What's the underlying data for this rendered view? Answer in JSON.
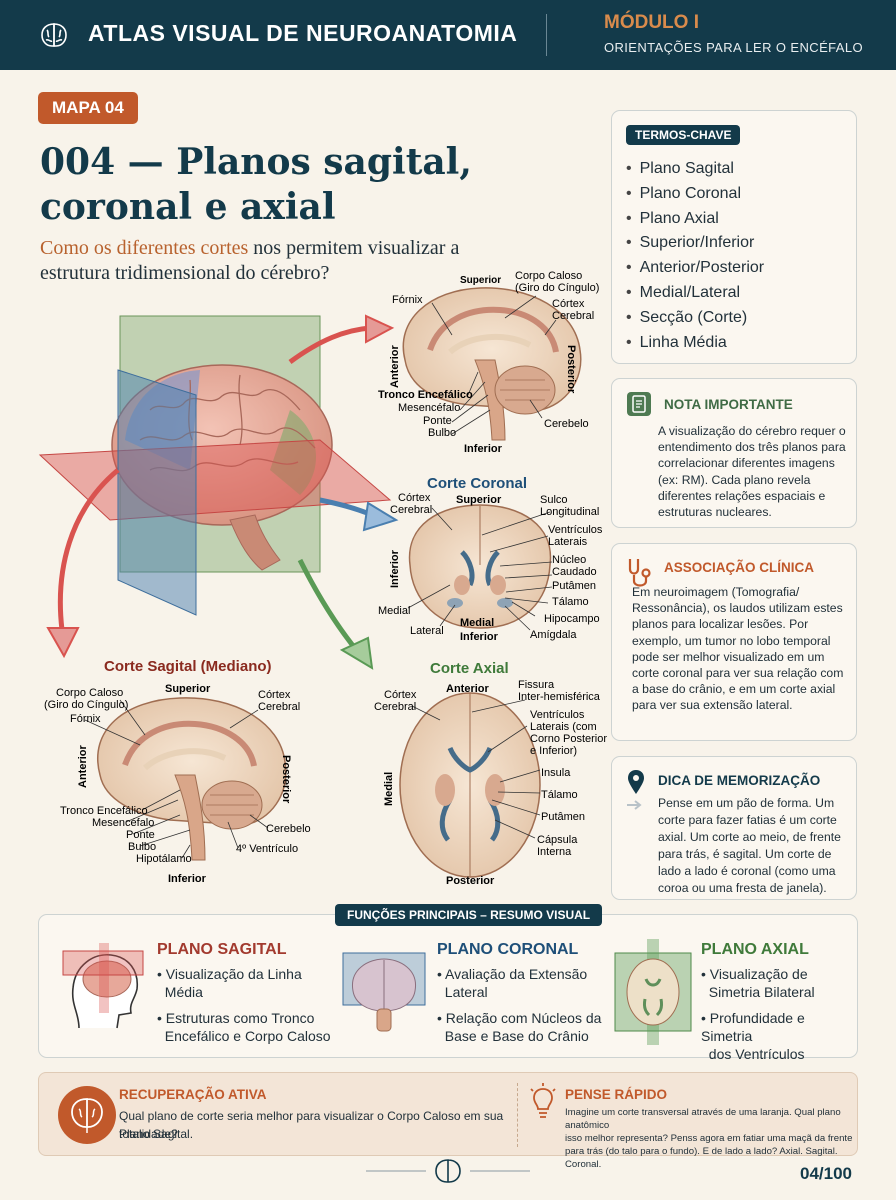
{
  "header": {
    "title": "ATLAS VISUAL DE NEUROANATOMIA",
    "module": "MÓDULO I",
    "module_sub": "ORIENTAÇÕES PARA LER O ENCÉFALO"
  },
  "map_badge": "MAPA 04",
  "page_title": "004 — Planos sagital, coronal e axial",
  "subtitle": {
    "highlight": "Como os diferentes cortes",
    "rest": " nos permitem visualizar a estrutura tridimensional do cérebro?"
  },
  "terms": {
    "title": "TERMOS-CHAVE",
    "items": [
      "Plano Sagital",
      "Plano Coronal",
      "Plano Axial",
      "Superior/Inferior",
      "Anterior/Posterior",
      "Medial/Lateral",
      "Secção (Corte)",
      "Linha Média"
    ]
  },
  "nota": {
    "title": "NOTA IMPORTANTE",
    "text": "A visualização do cérebro requer o entendimento dos três planos para correlacionar diferentes imagens (ex: RM). Cada plano revela diferentes relações espaciais e estruturas nucleares."
  },
  "clinica": {
    "title": "ASSOCIAÇÃO CLÍNICA",
    "text": "Em neuroimagem (Tomografia/ Ressonância), os laudos utilizam estes planos para localizar lesões. Por exemplo, um tumor no lobo temporal pode ser melhor visualizado em um corte coronal para ver sua relação com a base do crânio, e em um corte axial para ver sua extensão lateral."
  },
  "dica": {
    "title": "DICA DE MEMORIZAÇÃO",
    "text": "Pense em um pão de forma. Um corte para fazer fatias é um corte axial. Um corte ao meio, de frente para trás, é sagital. Um corte de lado a lado é coronal (como uma coroa ou uma fresta de janela)."
  },
  "top_sagittal": {
    "labels": {
      "superior": "Superior",
      "corpo_caloso": "Corpo Caloso",
      "giro": "(Giro do Cíngulo)",
      "fornix": "Fórnix",
      "cortex1": "Córtex",
      "cortex2": "Cerebral",
      "anterior": "Anterior",
      "posterior": "Posterior",
      "tronco": "Tronco Encefálico",
      "mesencefalo": "Mesencéfalo",
      "ponte": "Ponte",
      "bulbo": "Bulbo",
      "cerebelo": "Cerebelo",
      "inferior": "Inferior"
    }
  },
  "coronal": {
    "title": "Corte Coronal",
    "labels": {
      "cortex1": "Córtex",
      "cortex2": "Cerebral",
      "superior": "Superior",
      "sulco1": "Sulco",
      "sulco2": "Longitudinal",
      "vent1": "Ventrículos",
      "vent2": "Laterais",
      "nucleo1": "Núcleo",
      "nucleo2": "Caudado",
      "putamen": "Putâmen",
      "talamo": "Tálamo",
      "hipocampo": "Hipocampo",
      "amigdala": "Amígdala",
      "inferior_side": "Inferior",
      "medial": "Medial",
      "lateral": "Lateral",
      "medial_inf": "Medial",
      "inferior": "Inferior"
    }
  },
  "sagittal": {
    "title": "Corte Sagital (Mediano)",
    "labels": {
      "superior": "Superior",
      "corpo_caloso": "Corpo Caloso",
      "giro": "(Giro do Cíngulo)",
      "fornix": "Fórnix",
      "cortex1": "Córtex",
      "cortex2": "Cerebral",
      "anterior": "Anterior",
      "posterior": "Posterior",
      "tronco": "Tronco Encefálico",
      "mesencefalo": "Mesencéfalo",
      "ponte": "Ponte",
      "bulbo": "Bulbo",
      "hipotalamo": "Hipotálamo",
      "cerebelo": "Cerebelo",
      "ventriculo": "4º Ventrículo",
      "inferior": "Inferior"
    }
  },
  "axial": {
    "title": "Corte Axial",
    "labels": {
      "cortex1": "Córtex",
      "cortex2": "Cerebral",
      "anterior": "Anterior",
      "fissura1": "Fissura",
      "fissura2": "Inter-hemisférica",
      "vent1": "Ventrículos",
      "vent2": "Laterais (com",
      "vent3": "Corno Posterior",
      "vent4": "e Inferior)",
      "insula": "Insula",
      "talamo": "Tálamo",
      "putamen": "Putâmen",
      "capsula1": "Cápsula",
      "capsula2": "Interna",
      "medial": "Medial",
      "posterior": "Posterior"
    }
  },
  "funcoes": {
    "title": "FUNÇÕES PRINCIPAIS – RESUMO VISUAL",
    "sagital": {
      "title": "PLANO SAGITAL",
      "b1a": "Visualização da Linha",
      "b1b": "Média",
      "b2a": "Estruturas como Tronco",
      "b2b": "Encefálico e Corpo Caloso"
    },
    "coronal": {
      "title": "PLANO CORONAL",
      "b1a": "Avaliação da Extensão",
      "b1b": "Lateral",
      "b2a": "Relação com Núcleos da",
      "b2b": "Base e Base do Crânio"
    },
    "axial": {
      "title": "PLANO AXIAL",
      "b1a": "Visualização de",
      "b1b": "Simetria Bilateral",
      "b2a": "Profundidade e Simetria",
      "b2b": "dos Ventrículos"
    }
  },
  "recuperacao": {
    "title": "RECUPERAÇÃO ATIVA",
    "question": "Qual plano de corte seria melhor para visualizar o Corpo Caloso em sua totalidade?",
    "answer": "Plano Sagital."
  },
  "pense": {
    "title": "PENSE RÁPIDO",
    "l1": "Imagine um corte transversal através de uma laranja. Qual plano anatômico",
    "l2": "isso melhor representa? Penss agora em fatiar uma maçã da frente",
    "l3": "para trás (do talo para o fundo). E de lado a lado? Axial. Sagital. Coronal."
  },
  "page_number": "04/100",
  "colors": {
    "navy": "#133a4a",
    "orange": "#c1592b",
    "sagittal_red": "#d9534f",
    "coronal_blue": "#4a7fb0",
    "axial_green": "#5a9a55"
  }
}
